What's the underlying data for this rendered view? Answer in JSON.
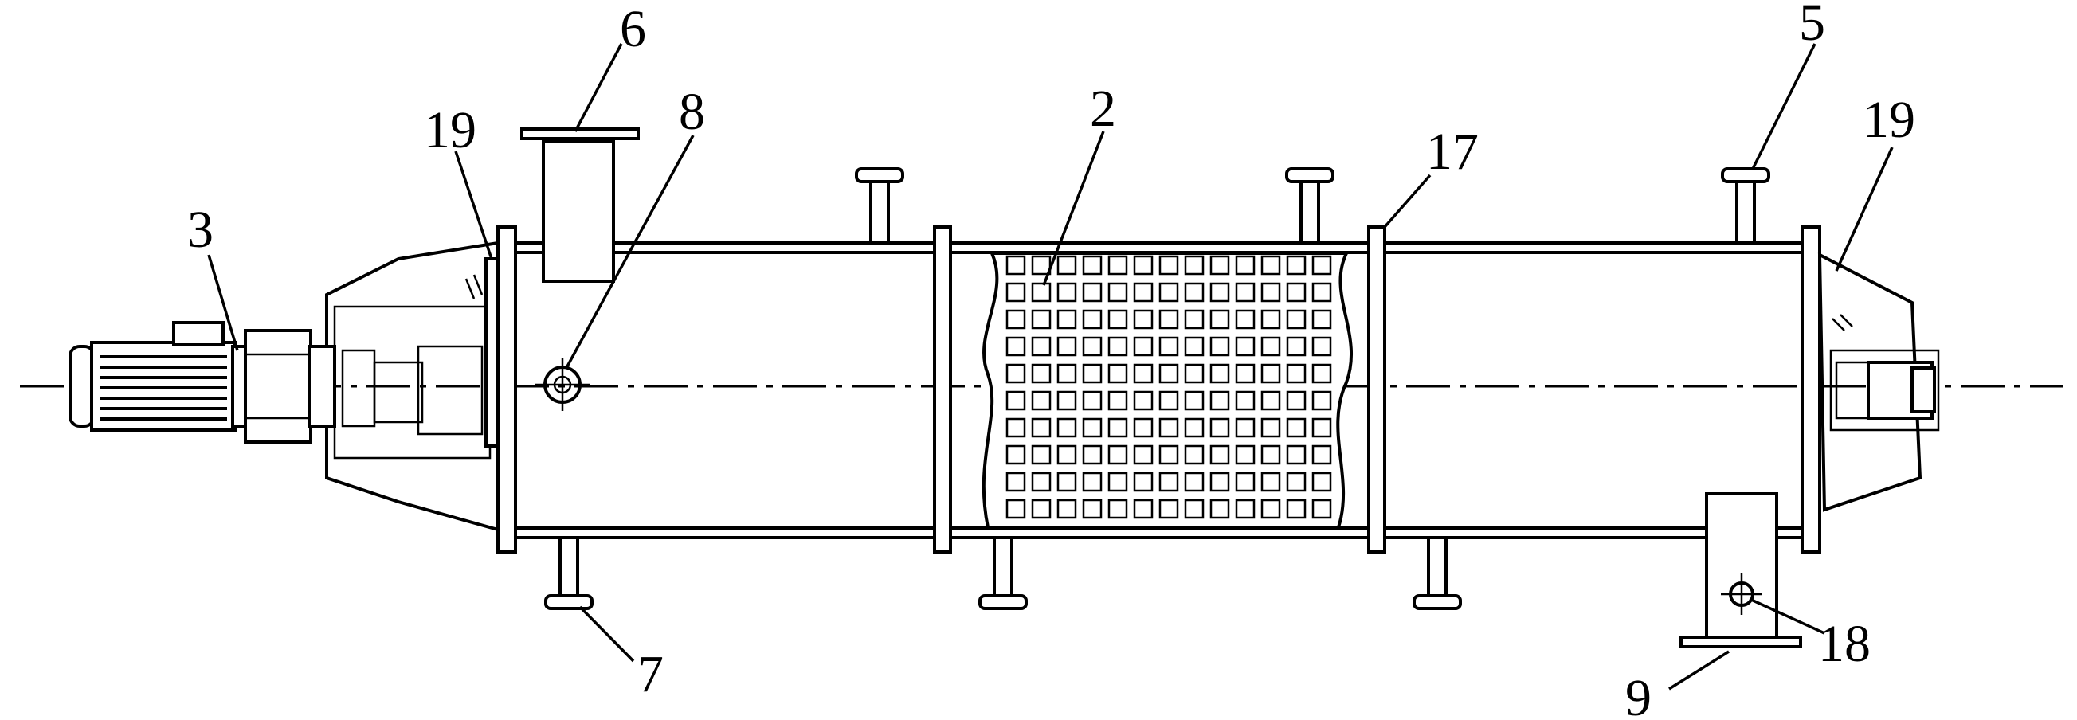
{
  "labels": {
    "l2": "2",
    "l3": "3",
    "l5": "5",
    "l6": "6",
    "l7": "7",
    "l8": "8",
    "l9": "9",
    "l17": "17",
    "l18": "18",
    "l19_left": "19",
    "l19_right": "19"
  },
  "colors": {
    "line": "#000000",
    "background": "#ffffff"
  }
}
